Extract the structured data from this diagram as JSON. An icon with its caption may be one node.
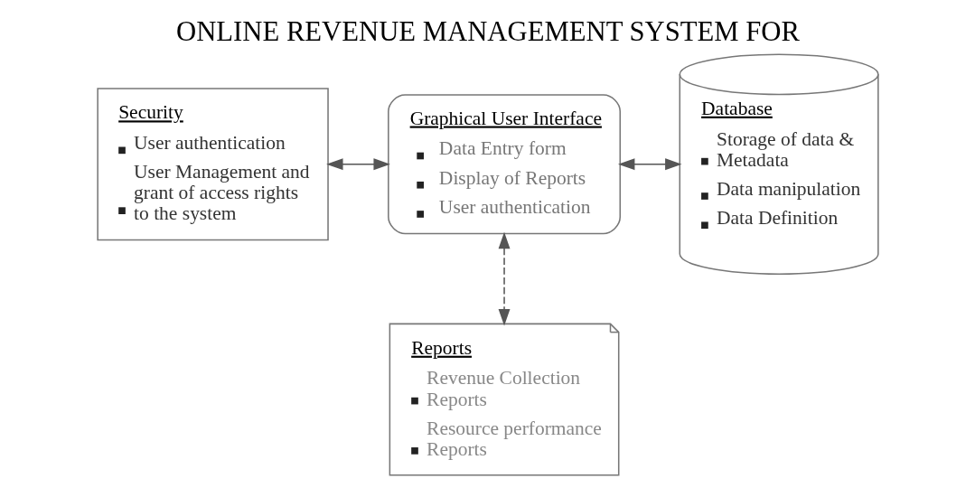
{
  "diagram": {
    "title": "ONLINE REVENUE MANAGEMENT SYSTEM FOR",
    "nodes": [
      {
        "text": [
          "Security",
          "User authentication",
          "User Management and grant of access rights to the system"
        ]
      },
      {
        "text": [
          "Graphical User Interface",
          "Data Entry form",
          "Display of Reports",
          "User authentication"
        ]
      },
      {
        "text": [
          "Database",
          "Storage of data & Metadata",
          "Data manipulation",
          "Data Definition"
        ]
      },
      {
        "text": [
          "Reports",
          "Revenue Collection Reports",
          "Resource performance Reports"
        ]
      }
    ],
    "edges": [
      {
        "from": 0,
        "to": 1,
        "arrow": "both"
      },
      {
        "from": 1,
        "to": 2,
        "arrow": "both"
      },
      {
        "from": 1,
        "to": 3,
        "arrow": "both",
        "style": "dashed"
      }
    ]
  }
}
